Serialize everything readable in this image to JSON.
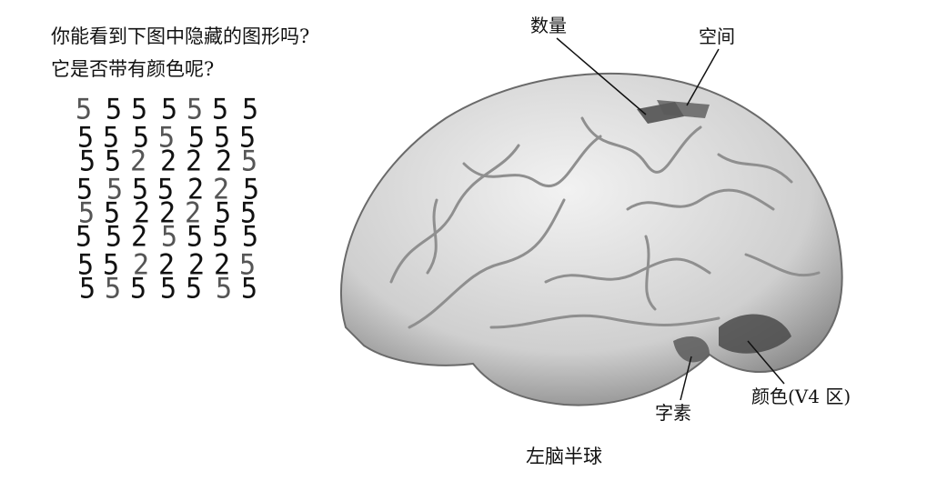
{
  "question": {
    "line1": "你能看到下图中隐藏的图形吗?",
    "line2": "它是否带有颜色呢?"
  },
  "puzzle": {
    "glyph_char": "5",
    "alt_glyph_char": "2"
  },
  "labels": {
    "number": "数量",
    "space": "空间",
    "character": "字素",
    "color": "颜色(V4 区)"
  },
  "caption": "左脑半球",
  "colors": {
    "brain_fill": "#d9d9d9",
    "brain_shadow": "#8a8a8a",
    "region_dark": "#4a4a4a",
    "text": "#111111"
  }
}
